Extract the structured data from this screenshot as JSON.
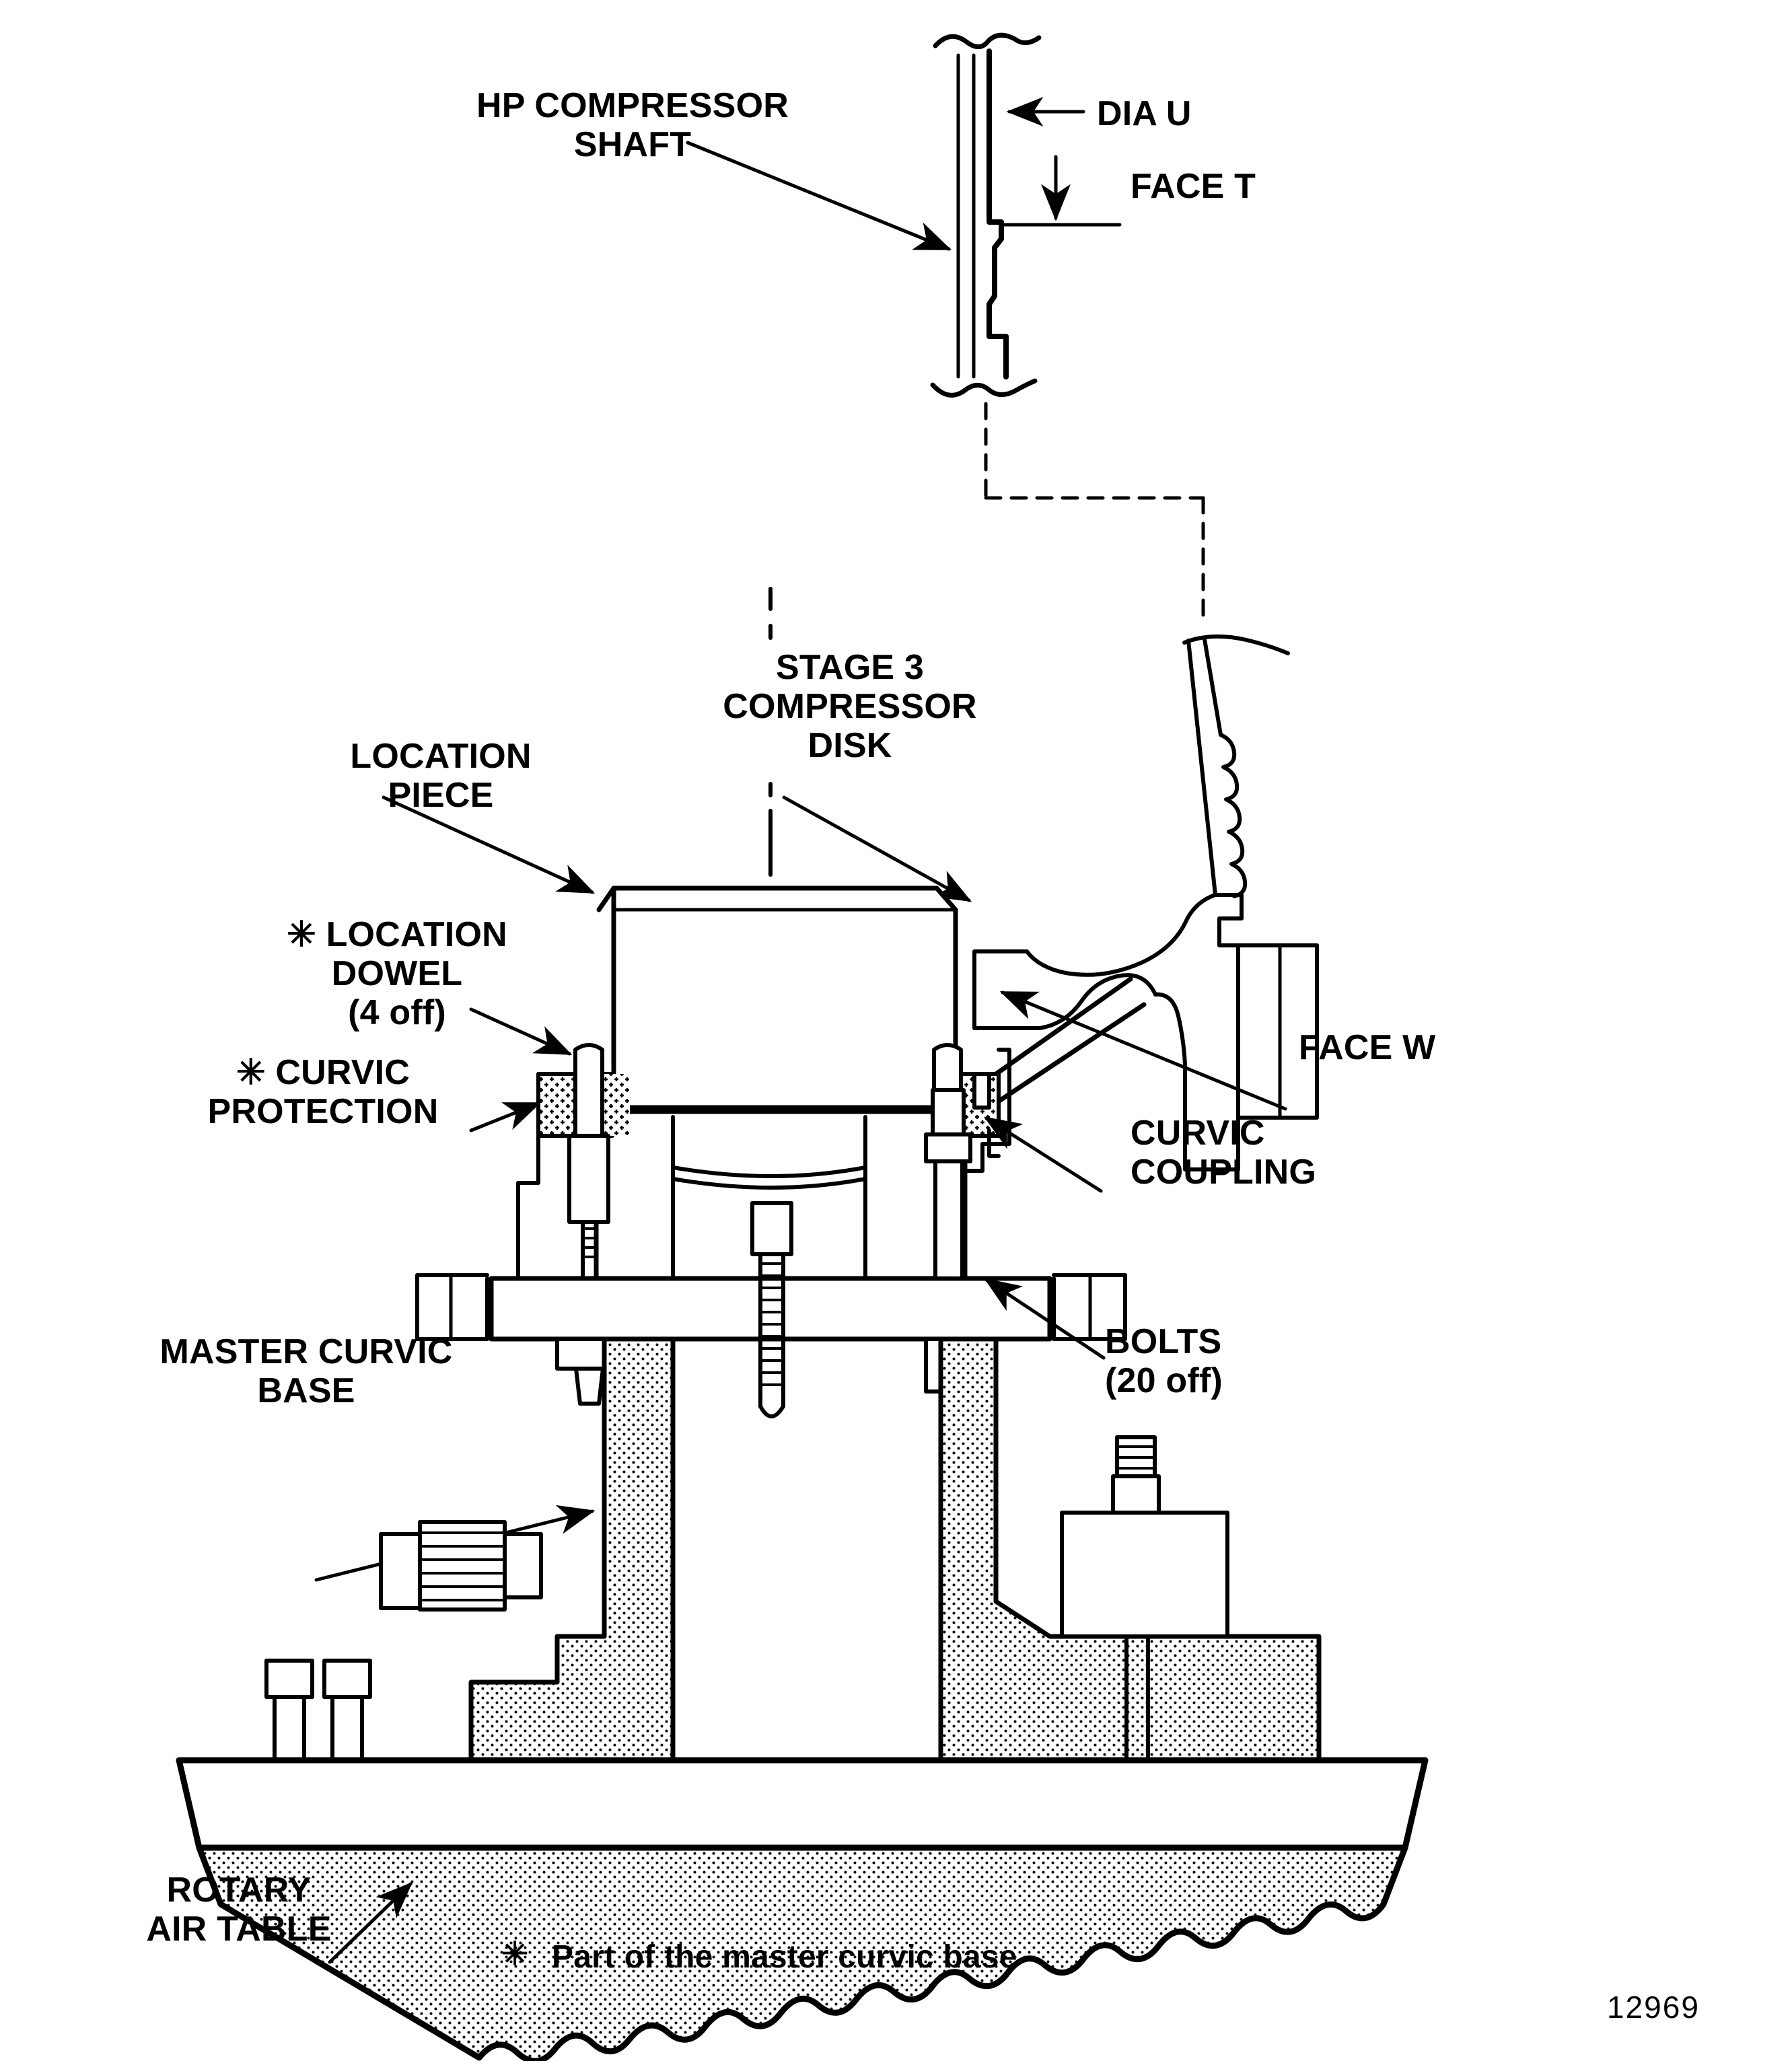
{
  "figure": {
    "number": "12969",
    "footnote_symbol": "✳",
    "footnote_text": "Part of the master curvic base"
  },
  "labels": {
    "hp_compressor_shaft": "HP COMPRESSOR\nSHAFT",
    "dia_u": "DIA U",
    "face_t": "FACE T",
    "stage3_compressor_disk": "STAGE 3\nCOMPRESSOR\nDISK",
    "location_piece": "LOCATION\nPIECE",
    "location_dowel": "✳ LOCATION\nDOWEL\n(4 off)",
    "curvic_protection": "✳ CURVIC\nPROTECTION",
    "master_curvic_base": "MASTER CURVIC\nBASE",
    "face_w": "FACE W",
    "curvic_coupling": "CURVIC\nCOUPLING",
    "bolts": "BOLTS\n(20 off)",
    "rotary_air_table": "ROTARY\nAIR TABLE"
  },
  "colors": {
    "line": "#000000",
    "background": "#ffffff",
    "hatch": "#000000"
  }
}
